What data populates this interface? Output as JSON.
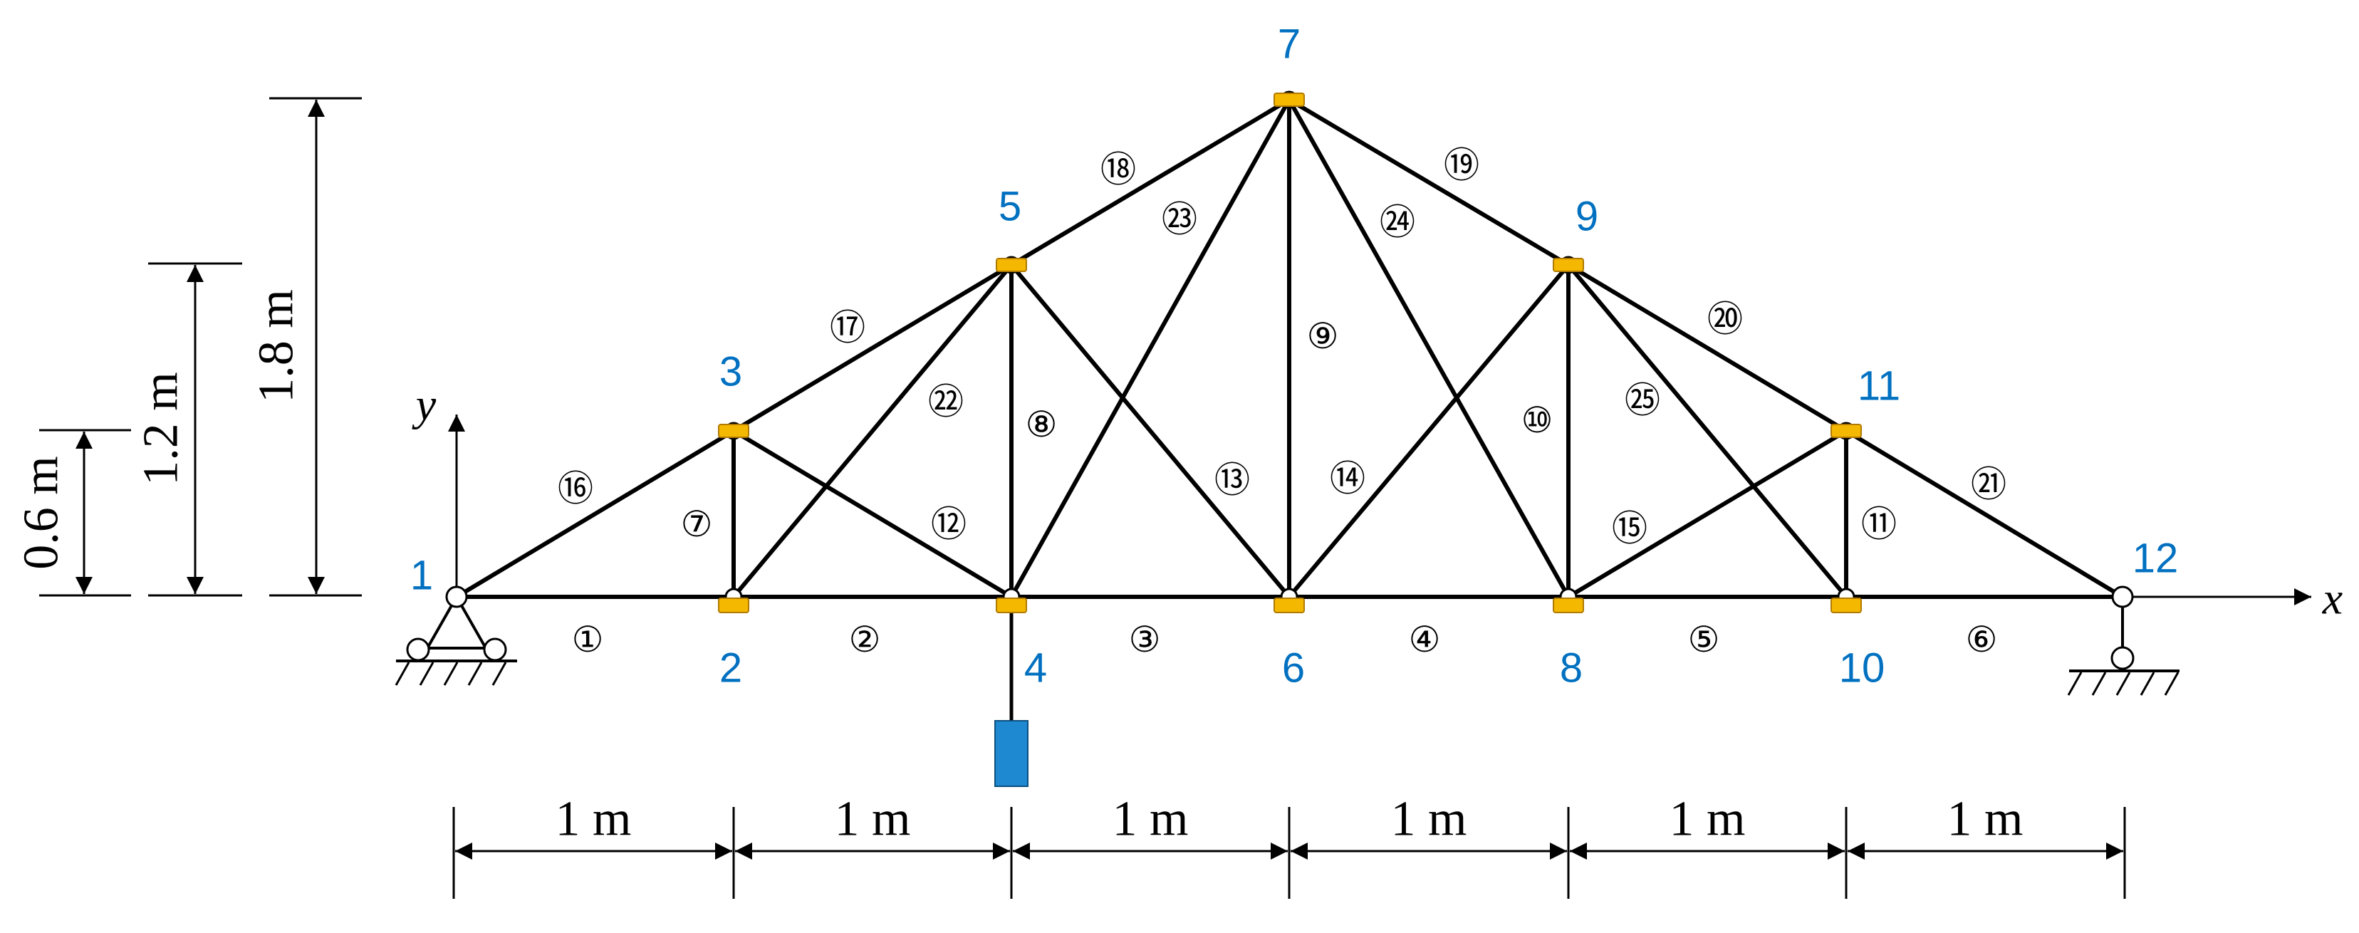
{
  "nodes": [
    {
      "id": "1",
      "label": "1"
    },
    {
      "id": "2",
      "label": "2"
    },
    {
      "id": "3",
      "label": "3"
    },
    {
      "id": "4",
      "label": "4"
    },
    {
      "id": "5",
      "label": "5"
    },
    {
      "id": "6",
      "label": "6"
    },
    {
      "id": "7",
      "label": "7"
    },
    {
      "id": "8",
      "label": "8"
    },
    {
      "id": "9",
      "label": "9"
    },
    {
      "id": "10",
      "label": "10"
    },
    {
      "id": "11",
      "label": "11"
    },
    {
      "id": "12",
      "label": "12"
    }
  ],
  "members": [
    {
      "label": "①",
      "from": "1",
      "to": "2"
    },
    {
      "label": "②",
      "from": "2",
      "to": "4"
    },
    {
      "label": "③",
      "from": "4",
      "to": "6"
    },
    {
      "label": "④",
      "from": "6",
      "to": "8"
    },
    {
      "label": "⑤",
      "from": "8",
      "to": "10"
    },
    {
      "label": "⑥",
      "from": "10",
      "to": "12"
    },
    {
      "label": "⑦",
      "from": "2",
      "to": "3"
    },
    {
      "label": "⑧",
      "from": "4",
      "to": "5"
    },
    {
      "label": "⑨",
      "from": "6",
      "to": "7"
    },
    {
      "label": "⑩",
      "from": "8",
      "to": "9"
    },
    {
      "label": "⑪",
      "from": "10",
      "to": "11"
    },
    {
      "label": "⑫",
      "from": "3",
      "to": "4"
    },
    {
      "label": "⑬",
      "from": "5",
      "to": "6"
    },
    {
      "label": "⑭",
      "from": "6",
      "to": "9"
    },
    {
      "label": "⑮",
      "from": "8",
      "to": "11"
    },
    {
      "label": "⑯",
      "from": "1",
      "to": "3"
    },
    {
      "label": "⑰",
      "from": "3",
      "to": "5"
    },
    {
      "label": "⑱",
      "from": "5",
      "to": "7"
    },
    {
      "label": "⑲",
      "from": "7",
      "to": "9"
    },
    {
      "label": "⑳",
      "from": "9",
      "to": "11"
    },
    {
      "label": "㉑",
      "from": "11",
      "to": "12"
    },
    {
      "label": "㉒",
      "from": "2",
      "to": "5"
    },
    {
      "label": "㉓",
      "from": "4",
      "to": "7"
    },
    {
      "label": "㉔",
      "from": "7",
      "to": "8"
    },
    {
      "label": "㉕",
      "from": "9",
      "to": "10"
    }
  ],
  "dimensions": {
    "horizontal": [
      "1 m",
      "1 m",
      "1 m",
      "1 m",
      "1 m",
      "1 m"
    ],
    "vertical": [
      "0.6 m",
      "1.2 m",
      "1.8 m"
    ]
  },
  "axes": {
    "x": "x",
    "y": "y"
  },
  "colors": {
    "node_label": "#0070c0",
    "gusset": "#f5b800",
    "load_block": "#1e88d0",
    "member": "#000000"
  },
  "supports": {
    "left": "pin-support",
    "right": "roller-support"
  },
  "load": {
    "node": "4",
    "icon": "hanging-weight"
  }
}
